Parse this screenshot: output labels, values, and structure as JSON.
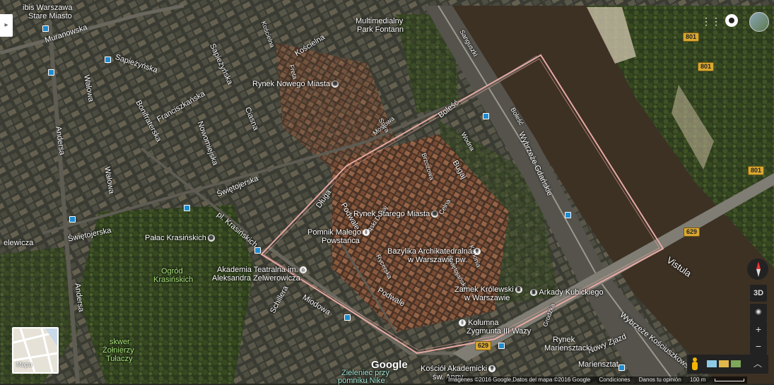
{
  "map": {
    "top_labels": {
      "ibis": "ibis Warszawa",
      "stare_miasto": "Stare Miasto",
      "multimedialny1": "Multimedialny",
      "multimedialny2": "Park Fontann"
    },
    "streets": {
      "muranowska": "Muranowska",
      "sapiezynska1": "Sapieżyńska",
      "sapiezynska2": "Sapieżyńska",
      "koscielna": "Kościelna",
      "franciszkanska": "Franciszkańska",
      "bonifraterska": "Bonifraterska",
      "nowomiejska": "Nowomiejska",
      "ciasna": "Ciasna",
      "walowa1": "Wałowa",
      "walowa2": "Wałowa",
      "andersa1": "Andersa",
      "andersa2": "Andersa",
      "swietojerska1": "Świętojerska",
      "swietojerska2": "Świętojerska",
      "plkrasinskich": "pl. Krasińskich",
      "dluga": "Długa",
      "podwale1": "Podwale",
      "podwale2": "Podwale",
      "miodowa": "Miodowa",
      "schillera": "Schillera",
      "boleść": "Boleść",
      "bugaj": "Bugaj",
      "wybrzeze_gdanskie": "Wybrzeże Gdańskie",
      "wybrzeze_koscz": "Wybrzeże Kościuszkowskie",
      "nowy_zjazd": "Nowy Zjazd",
      "elewicza": "elewicza",
      "stara": "Stara",
      "freta": "Freta",
      "celna": "Celna",
      "rycerska": "Rycerska",
      "waski_dunaj": "Wąski Dunaj",
      "wodna": "Wodna",
      "bolesc2": "Boleść",
      "brzozowa": "Brzozowa",
      "kanonia": "Kanonia",
      "swietojanska": "Świętojańska",
      "grodzka": "Grodzka",
      "mostowa": "Mostowa",
      "sanguszki": "Sanguszki",
      "koscielna2": "Kościelna",
      "vistula": "Vistula"
    },
    "pois": {
      "rynek_nowego": "Rynek Nowego Miasta",
      "rynek_starego": "Rynek Starego Miasta",
      "pomnik1": "Pomnik Małego",
      "pomnik2": "Powstańca",
      "bazylika1": "Bazylika Archikatedralna",
      "bazylika2": "w Warszawie pw.",
      "palac": "Pałac Krasińskich",
      "ogrod1": "Ogród",
      "ogrod2": "Krasińskich",
      "akademia1": "Akademia Teatralna im.",
      "akademia2": "Aleksandra Zelwerowicza",
      "zamek1": "Zamek Królewski",
      "zamek2": "w Warszawie",
      "arkady": "Arkady Kubickiego",
      "kolumna1": "Kolumna",
      "kolumna2": "Zygmunta III Wazy",
      "skwer1": "skwer",
      "skwer2": "Żołnierzy",
      "skwer3": "Tułaczy",
      "zieleniec1": "Zieleniec przy",
      "zieleniec2": "pomniku Nike",
      "kosciol1": "Kościół Akademicki",
      "kosciol2": "św. Anny",
      "rynek_mar1": "Rynek",
      "rynek_mar2": "Mariensztacki",
      "mariensztat": "Mariensztat"
    },
    "road_shields": [
      "801",
      "801",
      "801",
      "629",
      "629"
    ]
  },
  "controls": {
    "apps_icon": "apps-grid-icon",
    "threed": "3D",
    "zoom_in": "+",
    "zoom_out": "−",
    "minimap_label": "Mapa",
    "google_logo": "Google"
  },
  "footer": {
    "imagery": "Imágenes ©2016 Google,Datos del mapa ©2016 Google",
    "terms": "Condiciones",
    "feedback": "Danos tu opinión",
    "scale": "100 m"
  },
  "colors": {
    "boundary": "#e8a9a3",
    "river": "#3d3124",
    "road_shield": "#d9a832",
    "bus_stop": "#1f8bd1"
  }
}
